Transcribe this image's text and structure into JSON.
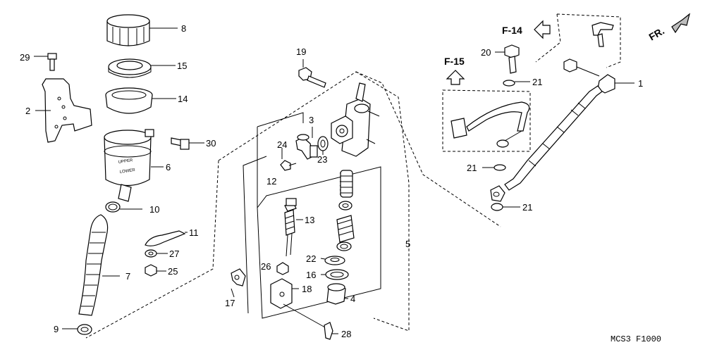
{
  "callouts": {
    "p1": "1",
    "p2": "2",
    "p3": "3",
    "p4": "4",
    "p5": "5",
    "p6": "6",
    "p7": "7",
    "p8": "8",
    "p9": "9",
    "p10": "10",
    "p11": "11",
    "p12": "12",
    "p13": "13",
    "p14": "14",
    "p15": "15",
    "p16": "16",
    "p17": "17",
    "p18": "18",
    "p19": "19",
    "p20": "20",
    "p21": "21",
    "p22": "22",
    "p23": "23",
    "p24": "24",
    "p25": "25",
    "p26": "26",
    "p27": "27",
    "p28": "28",
    "p29": "29",
    "p30": "30"
  },
  "references": {
    "f14": "F-14",
    "f15": "F-15",
    "front": "FR."
  },
  "reservoir_labels": {
    "upper": "UPPER",
    "lower": "LOWER"
  },
  "code": "MCS3 F1000"
}
